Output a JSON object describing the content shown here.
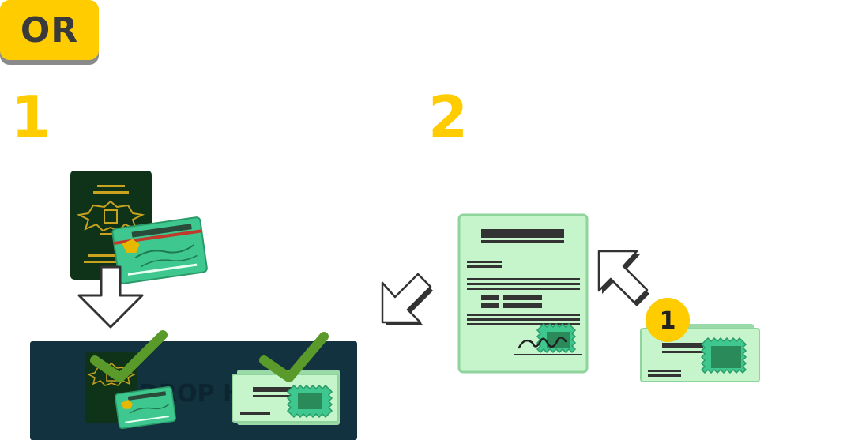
{
  "or_badge": {
    "label": "OR"
  },
  "steps": [
    {
      "number": "1"
    },
    {
      "number": "2"
    }
  ],
  "dropzone": {
    "label": "DROP HERE"
  },
  "reference_badge": {
    "number": "1"
  },
  "icons": [
    "passport-icon",
    "id-card-icon",
    "down-arrow-icon",
    "checkmark-icon",
    "document-icon",
    "arrow-icon",
    "stamp-icon",
    "signature-icon"
  ],
  "colors": {
    "accent": "#ffcc00",
    "check_green": "#5a9a2a",
    "passport": "#0f3319",
    "card": "#3ec78e",
    "document": "#c6f5cc",
    "dropzone": "#12323f"
  }
}
